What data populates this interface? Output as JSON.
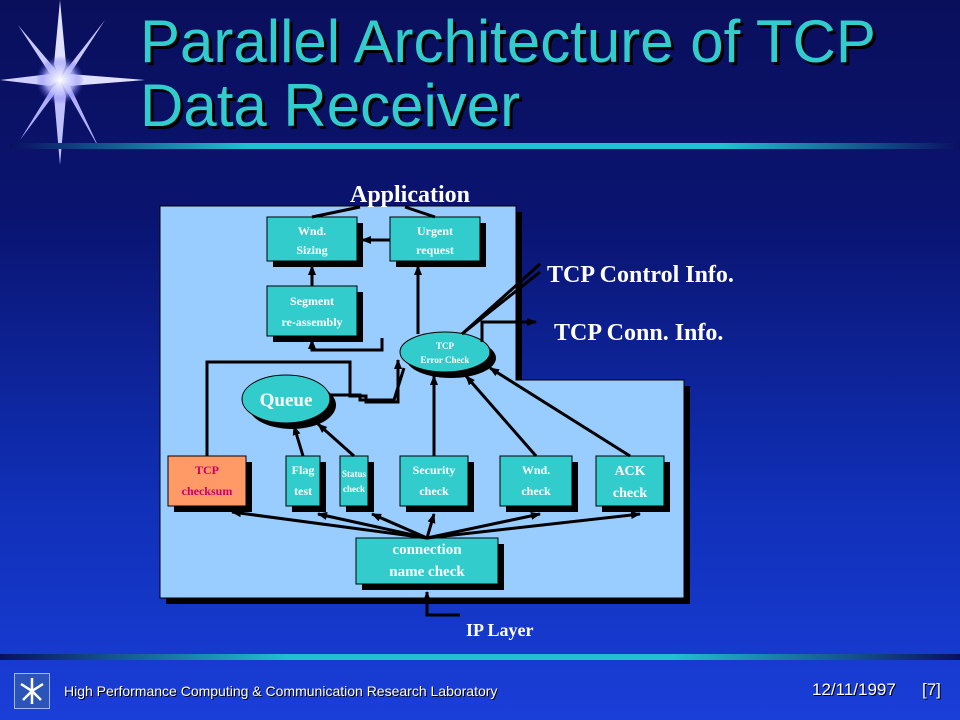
{
  "slide": {
    "title_line1": "Parallel Architecture of TCP",
    "title_line2": "Data Receiver"
  },
  "diagram": {
    "application": "Application",
    "tcp_control_info": "TCP Control Info.",
    "tcp_conn_info": "TCP Conn. Info.",
    "ip_layer": "IP Layer",
    "queue": "Queue",
    "error_check_line1": "TCP",
    "error_check_line2": "Error Check",
    "wnd_sizing_line1": "Wnd.",
    "wnd_sizing_line2": "Sizing",
    "urgent_line1": "Urgent",
    "urgent_line2": "request",
    "segment_line1": "Segment",
    "segment_line2": "re-assembly",
    "checksum_line1": "TCP",
    "checksum_line2": "checksum",
    "flag_line1": "Flag",
    "flag_line2": "test",
    "status_line1": "Status",
    "status_line2": "check",
    "security_line1": "Security",
    "security_line2": "check",
    "wnd_check_line1": "Wnd.",
    "wnd_check_line2": "check",
    "ack_line1": "ACK",
    "ack_line2": "check",
    "conn_name_line1": "connection",
    "conn_name_line2": "name check"
  },
  "colors": {
    "title": "#33cccc",
    "panel": "#99ccff",
    "box": "#33cccc",
    "checksum_box": "#ff9966",
    "checksum_text": "#cc0066",
    "label_white": "#ffffff"
  },
  "footer": {
    "lab": "High Performance Computing & Communication Research Laboratory",
    "date": "12/11/1997",
    "page": "[7]"
  }
}
